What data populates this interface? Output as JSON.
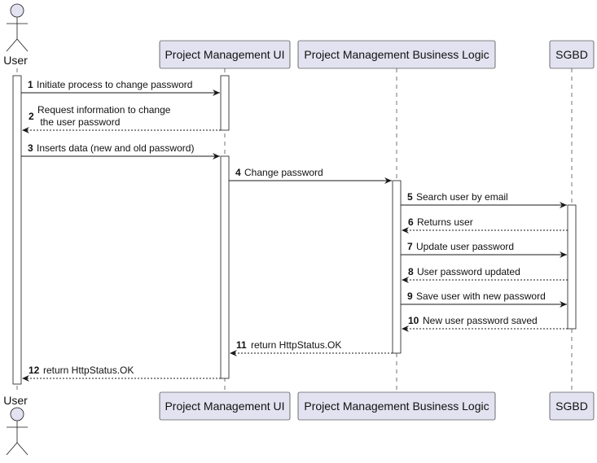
{
  "participants": [
    {
      "id": "user",
      "label": "User",
      "kind": "actor"
    },
    {
      "id": "pmui",
      "label": "Project Management UI",
      "kind": "participant"
    },
    {
      "id": "pmbl",
      "label": "Project Management Business Logic",
      "kind": "participant"
    },
    {
      "id": "sgbd",
      "label": "SGBD",
      "kind": "participant"
    }
  ],
  "messages": [
    {
      "num": "1",
      "from": "user",
      "to": "pmui",
      "lines": [
        "Initiate process to change password"
      ],
      "style": "solid"
    },
    {
      "num": "2",
      "from": "pmui",
      "to": "user",
      "lines": [
        "Request information to change",
        " the user password"
      ],
      "style": "dashed"
    },
    {
      "num": "3",
      "from": "user",
      "to": "pmui",
      "lines": [
        "Inserts data (new and old password)"
      ],
      "style": "solid"
    },
    {
      "num": "4",
      "from": "pmui",
      "to": "pmbl",
      "lines": [
        "Change password"
      ],
      "style": "solid"
    },
    {
      "num": "5",
      "from": "pmbl",
      "to": "sgbd",
      "lines": [
        "Search user by email"
      ],
      "style": "solid"
    },
    {
      "num": "6",
      "from": "sgbd",
      "to": "pmbl",
      "lines": [
        "Returns user"
      ],
      "style": "dashed"
    },
    {
      "num": "7",
      "from": "pmbl",
      "to": "sgbd",
      "lines": [
        "Update user password"
      ],
      "style": "solid"
    },
    {
      "num": "8",
      "from": "sgbd",
      "to": "pmbl",
      "lines": [
        "User password updated"
      ],
      "style": "dashed"
    },
    {
      "num": "9",
      "from": "pmbl",
      "to": "sgbd",
      "lines": [
        "Save user with new password"
      ],
      "style": "solid"
    },
    {
      "num": "10",
      "from": "sgbd",
      "to": "pmbl",
      "lines": [
        "New user password saved"
      ],
      "style": "dashed"
    },
    {
      "num": "11",
      "from": "pmbl",
      "to": "pmui",
      "lines": [
        "return HttpStatus.OK"
      ],
      "style": "dashed"
    },
    {
      "num": "12",
      "from": "pmui",
      "to": "user",
      "lines": [
        "return HttpStatus.OK"
      ],
      "style": "dashed"
    }
  ],
  "colors": {
    "participant_fill": "#e2e2f0",
    "participant_stroke": "#181818",
    "lifeline": "#181818",
    "arrow": "#181818",
    "text": "#111111"
  }
}
